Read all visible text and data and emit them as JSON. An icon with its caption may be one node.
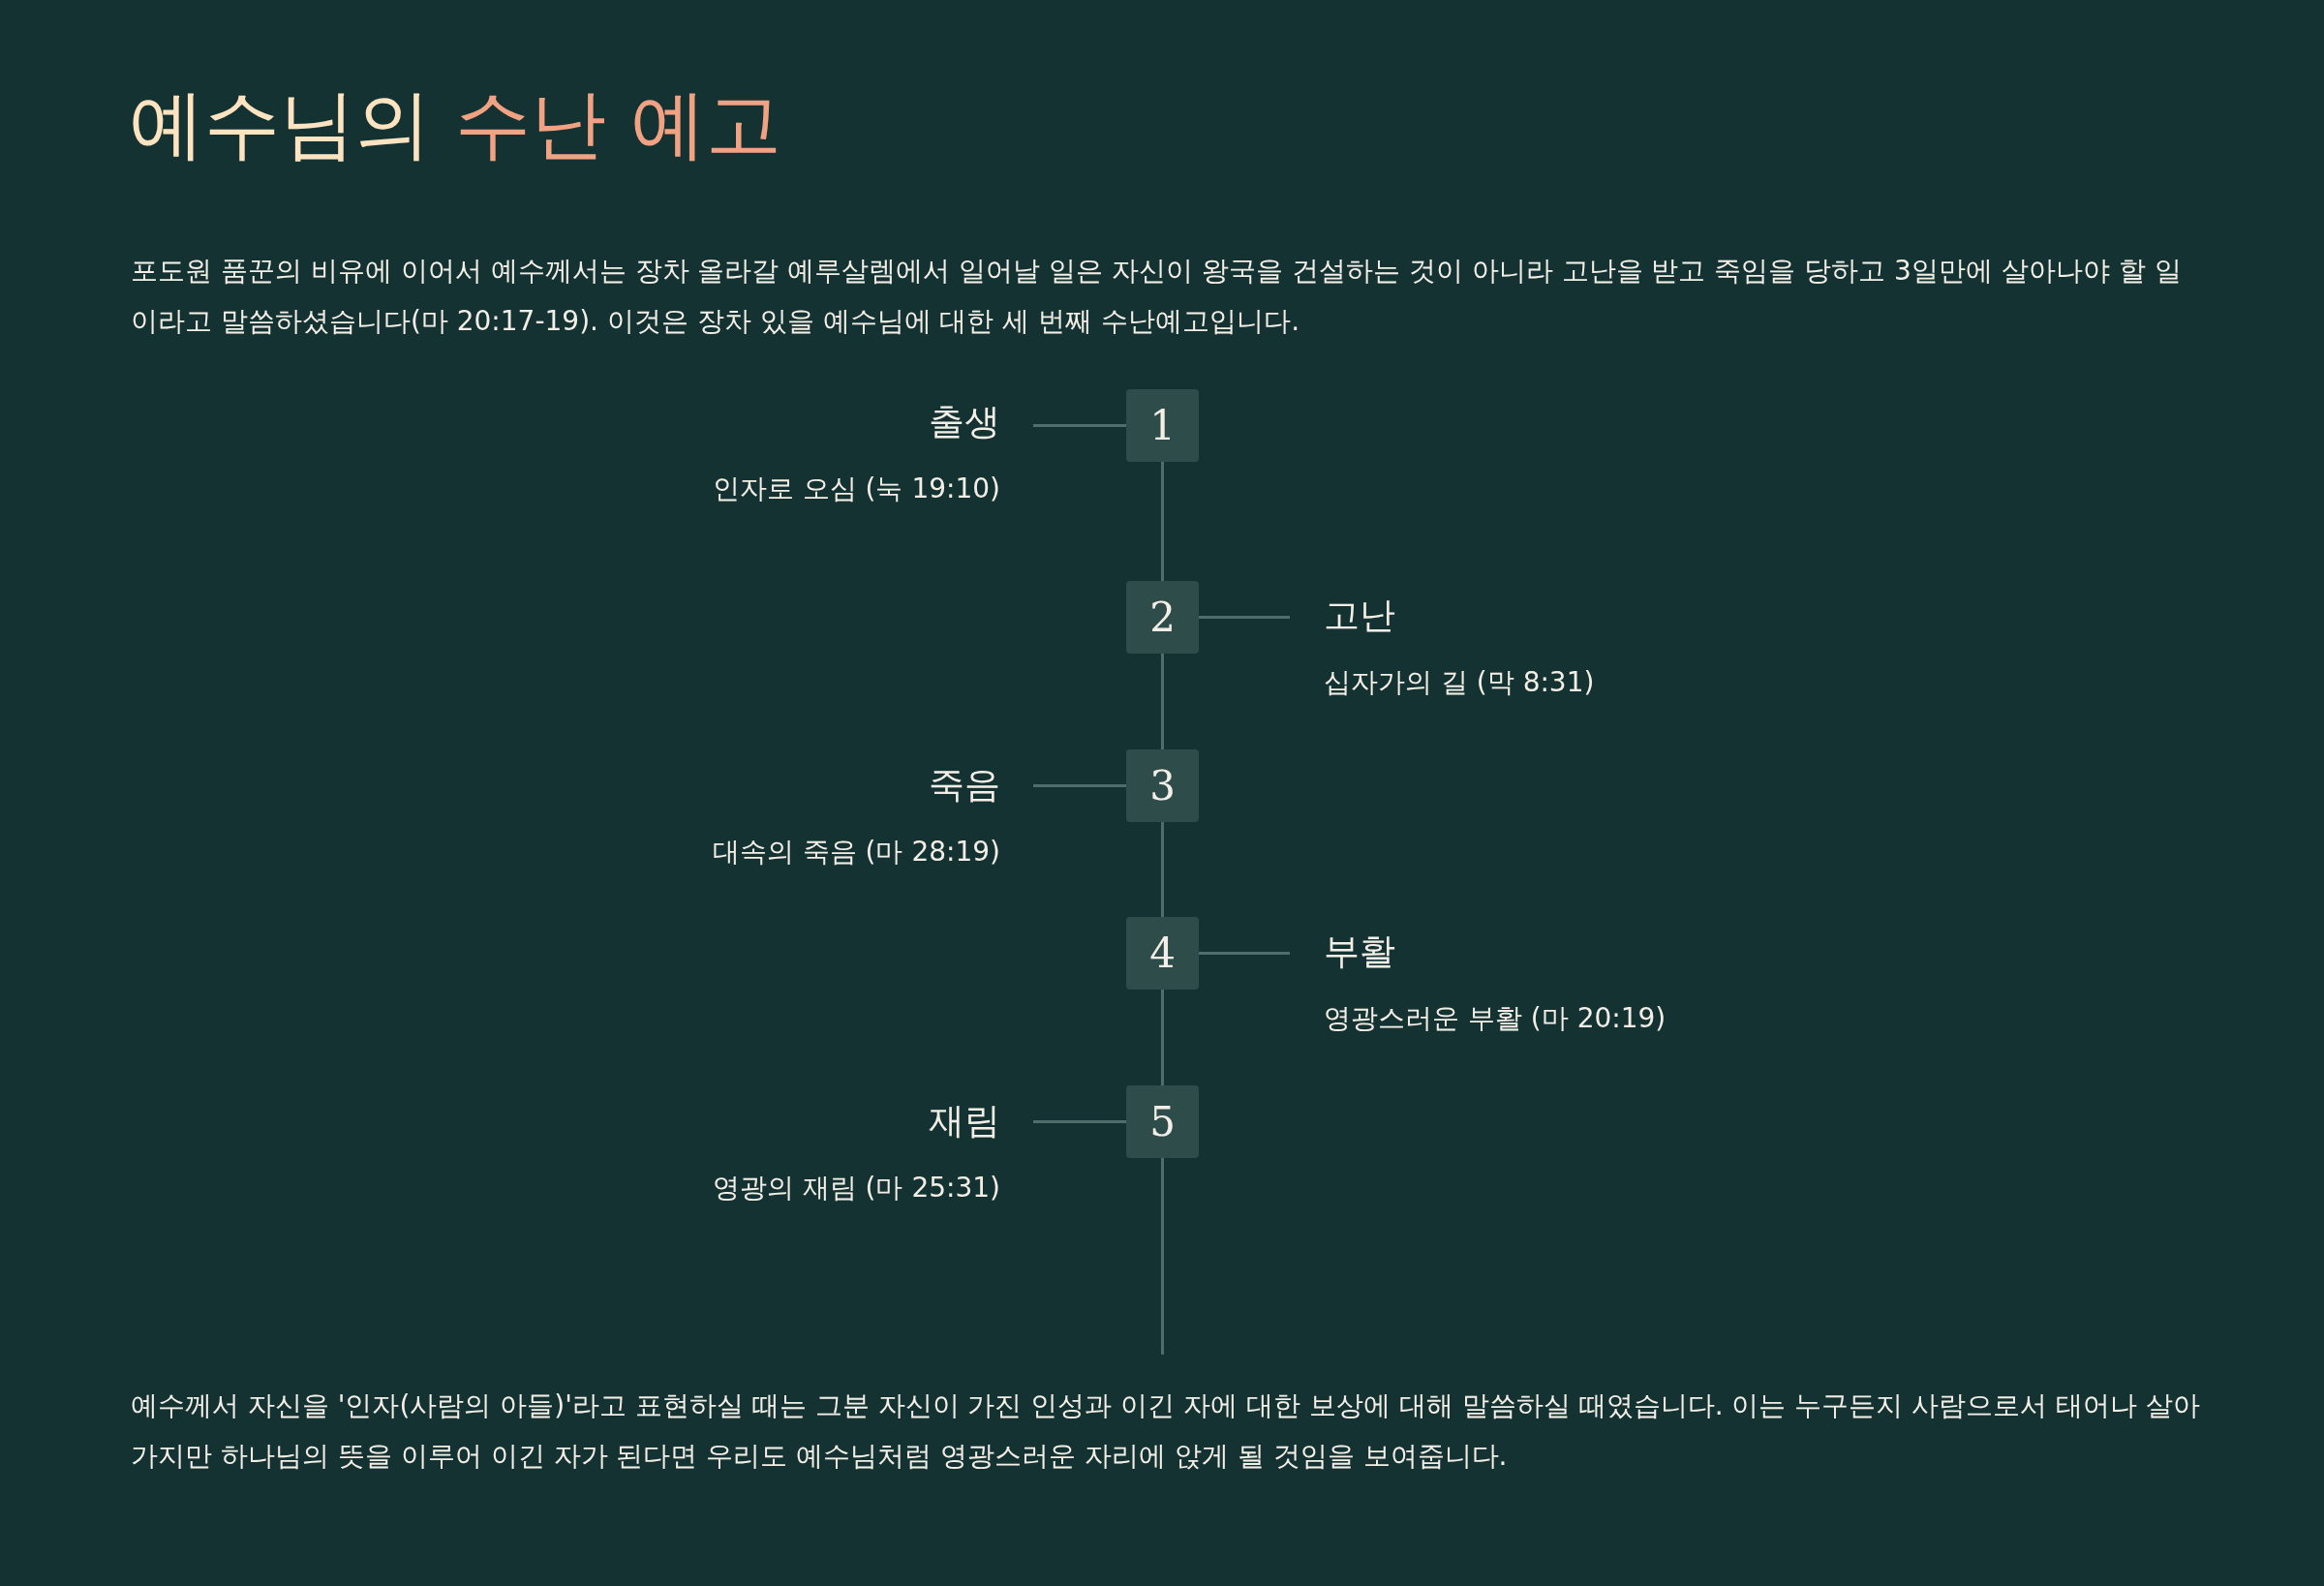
{
  "diagram": {
    "title": "예수님의 수난 예고",
    "nodes": [
      {
        "text": [
          "출생",
          "인자로 오심 (눅 19:10)"
        ]
      },
      {
        "text": [
          "1"
        ]
      },
      {
        "text": [
          "2"
        ]
      },
      {
        "text": [
          "고난",
          "십자가의 길 (막 8:31)"
        ]
      },
      {
        "text": [
          "죽음",
          "대속의 죽음 (마 28:19)"
        ]
      },
      {
        "text": [
          "3"
        ]
      },
      {
        "text": [
          "4"
        ]
      },
      {
        "text": [
          "부활",
          "영광스러운 부활 (마 20:19)"
        ]
      },
      {
        "text": [
          "재림",
          "영광의 재림 (마 25:31)"
        ]
      },
      {
        "text": [
          "5"
        ]
      }
    ],
    "edges": [
      {
        "from": 1,
        "to": 0,
        "arrow": "none"
      },
      {
        "from": 1,
        "to": 2,
        "arrow": "none"
      },
      {
        "from": 2,
        "to": 3,
        "arrow": "none"
      },
      {
        "from": 2,
        "to": 5,
        "arrow": "none"
      },
      {
        "from": 5,
        "to": 4,
        "arrow": "none"
      },
      {
        "from": 5,
        "to": 6,
        "arrow": "none"
      },
      {
        "from": 6,
        "to": 7,
        "arrow": "none"
      },
      {
        "from": 6,
        "to": 9,
        "arrow": "none"
      },
      {
        "from": 9,
        "to": 8,
        "arrow": "none"
      },
      {
        "from": 9,
        "to": null,
        "arrow": "none"
      }
    ],
    "labels": [
      "포도원 품꾼의 비유에 이어서 예수께서는 장차 올라갈 예루살렘에서 일어날 일은 자신이 왕국을 건설하는 것이 아니라 고난을 받고 죽임을 당하고 3일만에 살아나야 할 일이라고 말씀하셨습니다(마 20:17-19). 이것은 장차 있을 예수님에 대한 세 번째 수난예고입니다.",
      "예수께서 자신을 '인자(사람의 아들)'라고 표현하실 때는 그분 자신이 가진 인성과 이긴 자에 대한 보상에 대해 말씀하실 때였습니다. 이는 누구든지 사람으로서 태어나 살아가지만 하나님의 뜻을 이루어 이긴 자가 된다면 우리도 예수님처럼 영광스러운 자리에 앉게 될 것임을 보여줍니다."
    ]
  }
}
